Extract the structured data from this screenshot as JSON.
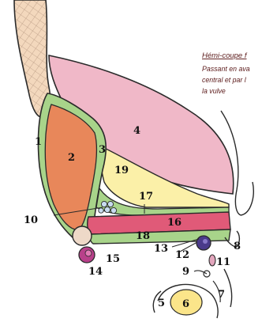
{
  "caption": {
    "title": "Hémi-coupe f",
    "lines": [
      "Passant en  ava",
      "central et par l",
      "la vulve"
    ]
  },
  "labels": [
    "1",
    "2",
    "3",
    "4",
    "5",
    "6",
    "7",
    "8",
    "9",
    "10",
    "11",
    "12",
    "13",
    "14",
    "15",
    "16",
    "17",
    "18",
    "19"
  ],
  "colors": {
    "orange": "#e8875a",
    "green": "#a8d48a",
    "pink": "#f0b8c8",
    "yellow": "#fbf0a8",
    "red": "#e05a78",
    "purple": "#4a3a8a",
    "magenta": "#b8408a",
    "mesh": "#f3d8bd",
    "outline": "#2a2a2a"
  }
}
